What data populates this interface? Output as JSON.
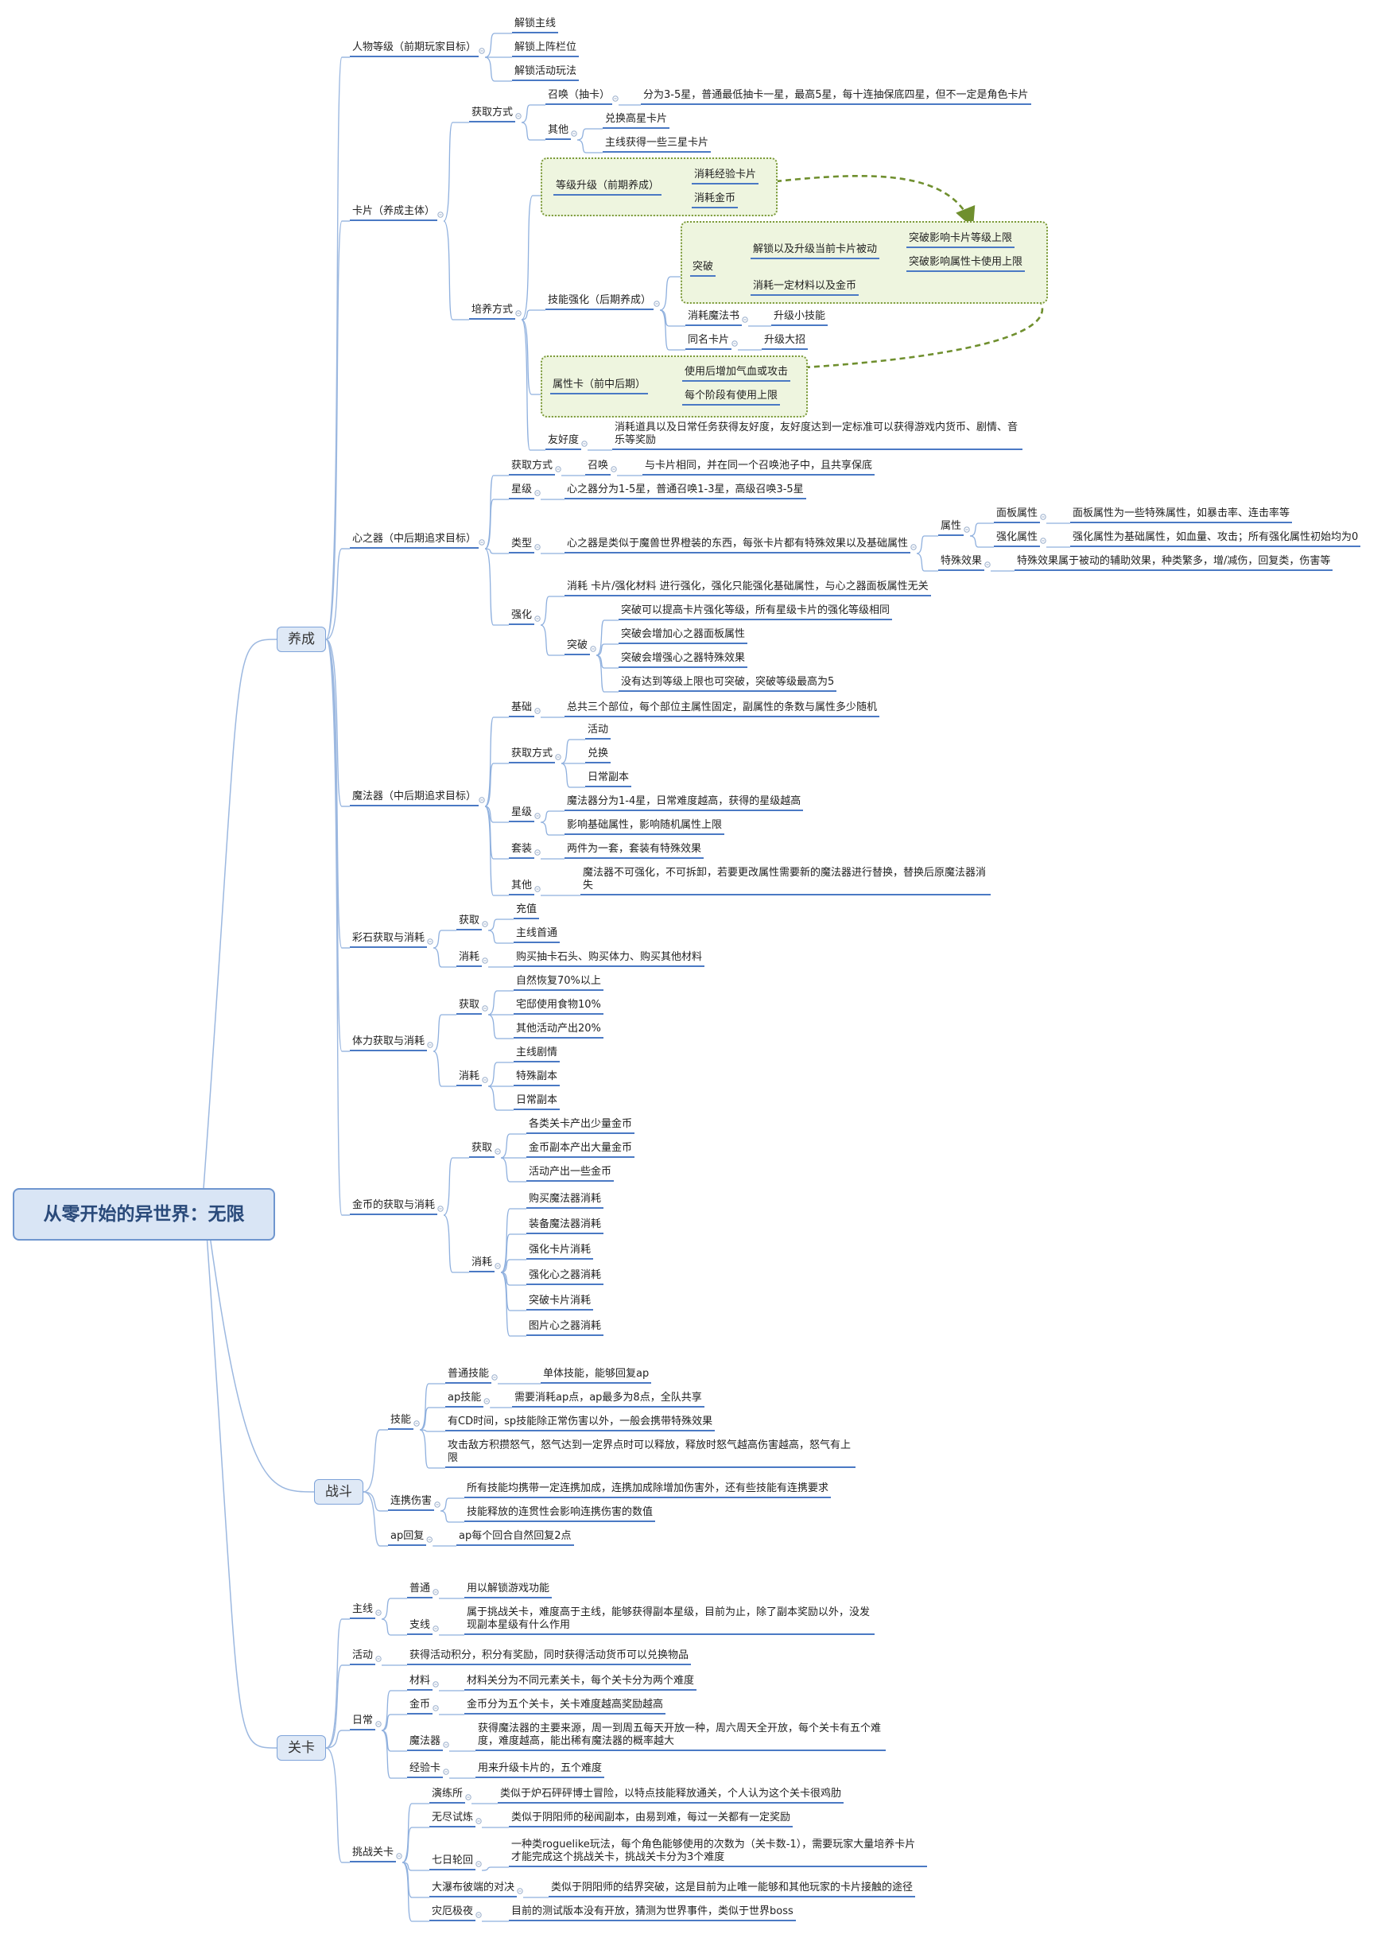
{
  "root": "从零开始的异世界：无限",
  "branches": {
    "yangcheng": "养成",
    "zhandou": "战斗",
    "guanka": "关卡"
  },
  "n": {
    "rw": "人物等级（前期玩家目标）",
    "rw1": "解锁主线",
    "rw2": "解锁上阵栏位",
    "rw3": "解锁活动玩法",
    "kp": "卡片（养成主体）",
    "hq": "获取方式",
    "zh": "召唤（抽卡）",
    "zh1": "分为3-5星，普通最低抽卡一星，最高5星，每十连抽保底四星，但不一定是角色卡片",
    "qt": "其他",
    "qt1": "兑换高星卡片",
    "qt2": "主线获得一些三星卡片",
    "py": "培养方式",
    "dj": "等级升级（前期养成）",
    "dj1": "消耗经验卡片",
    "dj2": "消耗金币",
    "jn": "技能强化（后期养成）",
    "tp": "突破",
    "tp1": "解锁以及升级当前卡片被动",
    "tp1a": "突破影响卡片等级上限",
    "tp1b": "突破影响属性卡使用上限",
    "tp2": "消耗一定材料以及金币",
    "mfs": "消耗魔法书",
    "mfs1": "升级小技能",
    "tmk": "同名卡片",
    "tmk1": "升级大招",
    "sxk": "属性卡（前中后期）",
    "sxk1": "使用后增加气血或攻击",
    "sxk2": "每个阶段有使用上限",
    "hgd": "友好度",
    "hgd1": "消耗道具以及日常任务获得友好度，友好度达到一定标准可以获得游戏内货币、剧情、音乐等奖励",
    "xzq": "心之器（中后期追求目标）",
    "xhq": "获取方式",
    "xzh": "召唤",
    "xzh1": "与卡片相同，并在同一个召唤池子中，且共享保底",
    "xj": "星级",
    "xj1": "心之器分为1-5星，普通召唤1-3星，高级召唤3-5星",
    "lx": "类型",
    "lx1": "心之器是类似于魔兽世界橙装的东西，每张卡片都有特殊效果以及基础属性",
    "sx": "属性",
    "mb": "面板属性",
    "mb1": "面板属性为一些特殊属性，如暴击率、连击率等",
    "qh": "强化属性",
    "qh1": "强化属性为基础属性，如血量、攻击；所有强化属性初始均为0",
    "ts": "特殊效果",
    "ts1": "特殊效果属于被动的辅助效果，种类繁多，增/减伤，回复类，伤害等",
    "xqh": "强化",
    "xqh1": "消耗 卡片/强化材料 进行强化，强化只能强化基础属性，与心之器面板属性无关",
    "xtp": "突破",
    "xtp1": "突破可以提高卡片强化等级，所有星级卡片的强化等级相同",
    "xtp2": "突破会增加心之器面板属性",
    "xtp3": "突破会增强心之器特殊效果",
    "xtp4": "没有达到等级上限也可突破，突破等级最高为5",
    "mfq": "魔法器（中后期追求目标）",
    "jc": "基础",
    "jc1": "总共三个部位，每个部位主属性固定，副属性的条数与属性多少随机",
    "mhq": "获取方式",
    "mhq1": "活动",
    "mhq2": "兑换",
    "mhq3": "日常副本",
    "mxj": "星级",
    "mxj1": "魔法器分为1-4星，日常难度越高，获得的星级越高",
    "mxj2": "影响基础属性，影响随机属性上限",
    "tz": "套装",
    "tz1": "两件为一套，套装有特殊效果",
    "mqt": "其他",
    "mqt1": "魔法器不可强化，不可拆卸，若要更改属性需要新的魔法器进行替换，替换后原魔法器消失",
    "cs": "彩石获取与消耗",
    "cshq": "获取",
    "cshq1": "充值",
    "cshq2": "主线首通",
    "csxh": "消耗",
    "csxh1": "购买抽卡石头、购买体力、购买其他材料",
    "tl": "体力获取与消耗",
    "tlhq": "获取",
    "tlhq1": "自然恢复70%以上",
    "tlhq2": "宅邸使用食物10%",
    "tlhq3": "其他活动产出20%",
    "tlxh": "消耗",
    "tlxh1": "主线剧情",
    "tlxh2": "特殊副本",
    "tlxh3": "日常副本",
    "jb": "金币的获取与消耗",
    "jbhq": "获取",
    "jbhq1": "各类关卡产出少量金币",
    "jbhq2": "金币副本产出大量金币",
    "jbhq3": "活动产出一些金币",
    "jbxh": "消耗",
    "jbxh1": "购买魔法器消耗",
    "jbxh2": "装备魔法器消耗",
    "jbxh3": "强化卡片消耗",
    "jbxh4": "强化心之器消耗",
    "jbxh5": "突破卡片消耗",
    "jbxh6": "图片心之器消耗",
    "jnz": "技能",
    "ptjn": "普通技能",
    "ptjn1": "单体技能，能够回复ap",
    "apjn": "ap技能",
    "apjn1": "需要消耗ap点，ap最多为8点，全队共享",
    "cd": "有CD时间，sp技能除正常伤害以外，一般会携带特殊效果",
    "nq": "攻击敌方积攒怒气，怒气达到一定界点时可以释放，释放时怒气越高伤害越高，怒气有上限",
    "lx2": "连携伤害",
    "lx2a": "所有技能均携带一定连携加成，连携加成除增加伤害外，还有些技能有连携要求",
    "lx2b": "技能释放的连贯性会影响连携伤害的数值",
    "aphf": "ap回复",
    "aphf1": "ap每个回合自然回复2点",
    "zx": "主线",
    "zxpt": "普通",
    "zxpt1": "用以解锁游戏功能",
    "zxzx": "支线",
    "zxzx1": "属于挑战关卡，难度高于主线，能够获得副本星级，目前为止，除了副本奖励以外，没发现副本星级有什么作用",
    "hd": "活动",
    "hd1": "获得活动积分，积分有奖励，同时获得活动货币可以兑换物品",
    "rc": "日常",
    "rccl": "材料",
    "rccl1": "材料关分为不同元素关卡，每个关卡分为两个难度",
    "rcjb": "金币",
    "rcjb1": "金币分为五个关卡，关卡难度越高奖励越高",
    "rcmf": "魔法器",
    "rcmf1": "获得魔法器的主要来源，周一到周五每天开放一种，周六周天全开放，每个关卡有五个难度，难度越高，能出稀有魔法器的概率越大",
    "rcjy": "经验卡",
    "rcjy1": "用来升级卡片的，五个难度",
    "tzk": "挑战关卡",
    "ylc": "演练所",
    "ylc1": "类似于炉石砰砰博士冒险，以特点技能释放通关，个人认为这个关卡很鸡肋",
    "wj": "无尽试炼",
    "wj1": "类似于阴阳师的秘闻副本，由易到难，每过一关都有一定奖励",
    "qr": "七日轮回",
    "qr1": "一种类roguelike玩法，每个角色能够使用的次数为（关卡数-1），需要玩家大量培养卡片才能完成这个挑战关卡，挑战关卡分为3个难度",
    "dbb": "大瀑布彼端的对决",
    "dbb1": "类似于阴阳师的结界突破，这是目前为止唯一能够和其他玩家的卡片接触的途径",
    "zy": "灾厄极夜",
    "zy1": "目前的测试版本没有开放，猜测为世界事件，类似于世界boss"
  }
}
